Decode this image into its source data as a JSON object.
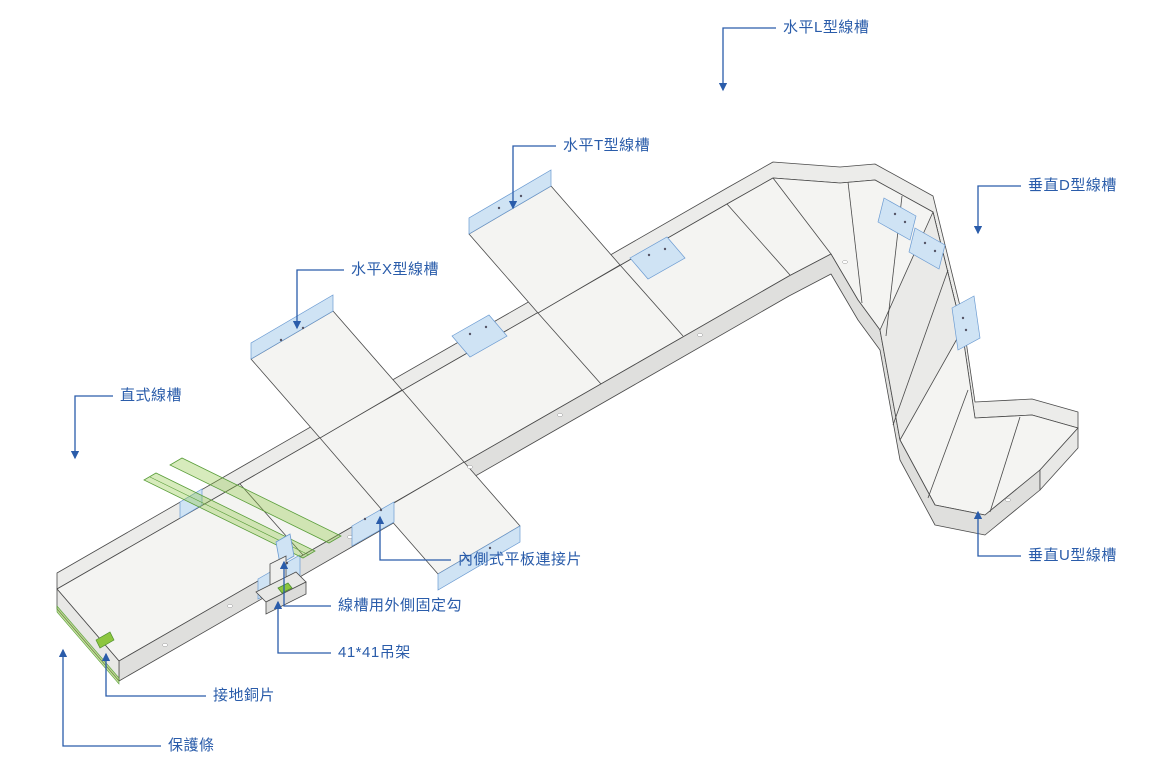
{
  "labels": [
    {
      "id": "horizontal-l-tray",
      "text": "水平L型線槽"
    },
    {
      "id": "horizontal-t-tray",
      "text": "水平T型線槽"
    },
    {
      "id": "vertical-d-tray",
      "text": "垂直D型線槽"
    },
    {
      "id": "horizontal-x-tray",
      "text": "水平X型線槽"
    },
    {
      "id": "straight-tray",
      "text": "直式線槽"
    },
    {
      "id": "inner-flat-connector",
      "text": "內側式平板連接片"
    },
    {
      "id": "outer-fixing-hook",
      "text": "線槽用外側固定勾"
    },
    {
      "id": "hanger-41x41",
      "text": "41*41吊架"
    },
    {
      "id": "grounding-copper",
      "text": "接地銅片"
    },
    {
      "id": "protection-strip",
      "text": "保護條"
    },
    {
      "id": "vertical-u-tray",
      "text": "垂直U型線槽"
    }
  ],
  "colors": {
    "label_text": "#2a5caa",
    "leader_line": "#2a5caa",
    "tray_outline": "#4a4a4a",
    "tray_fill": "#f4f4f2",
    "connector_plate": "#cfe3f4",
    "plate_border": "#6b9bd2",
    "highlight_green": "#8dc63f",
    "background": "#ffffff"
  }
}
